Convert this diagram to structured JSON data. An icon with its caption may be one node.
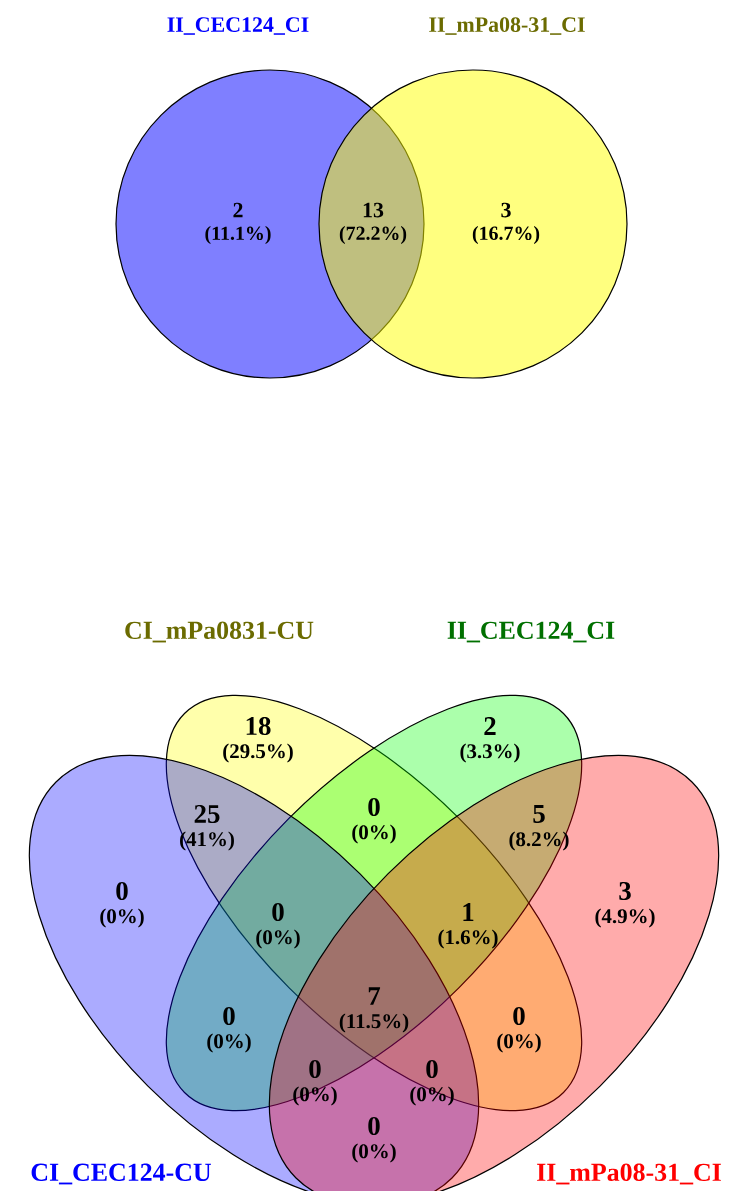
{
  "diagram": {
    "nodes": [
      {
        "text": [
          "II_CEC124_CI"
        ]
      },
      {
        "text": [
          "II_mPa08-31_CI"
        ]
      },
      {
        "text": [
          "CI_mPa0831-CU"
        ]
      },
      {
        "text": [
          "II_CEC124_CI"
        ]
      },
      {
        "text": [
          "CI_CEC124-CU"
        ]
      },
      {
        "text": [
          "II_mPa08-31_CI"
        ]
      }
    ],
    "labels": [
      "2",
      "(11.1%)",
      "13",
      "(72.2%)",
      "3",
      "(16.7%)",
      "18",
      "(29.5%)",
      "2",
      "(3.3%)",
      "25",
      "(41%)",
      "0",
      "(0%)",
      "5",
      "(8.2%)",
      "0",
      "(0%)",
      "0",
      "(0%)",
      "1",
      "(1.6%)",
      "3",
      "(4.9%)",
      "0",
      "(0%)",
      "7",
      "(11.5%)",
      "0",
      "(0%)",
      "0",
      "(0%)",
      "0",
      "(0%)",
      "0",
      "(0%)"
    ]
  }
}
